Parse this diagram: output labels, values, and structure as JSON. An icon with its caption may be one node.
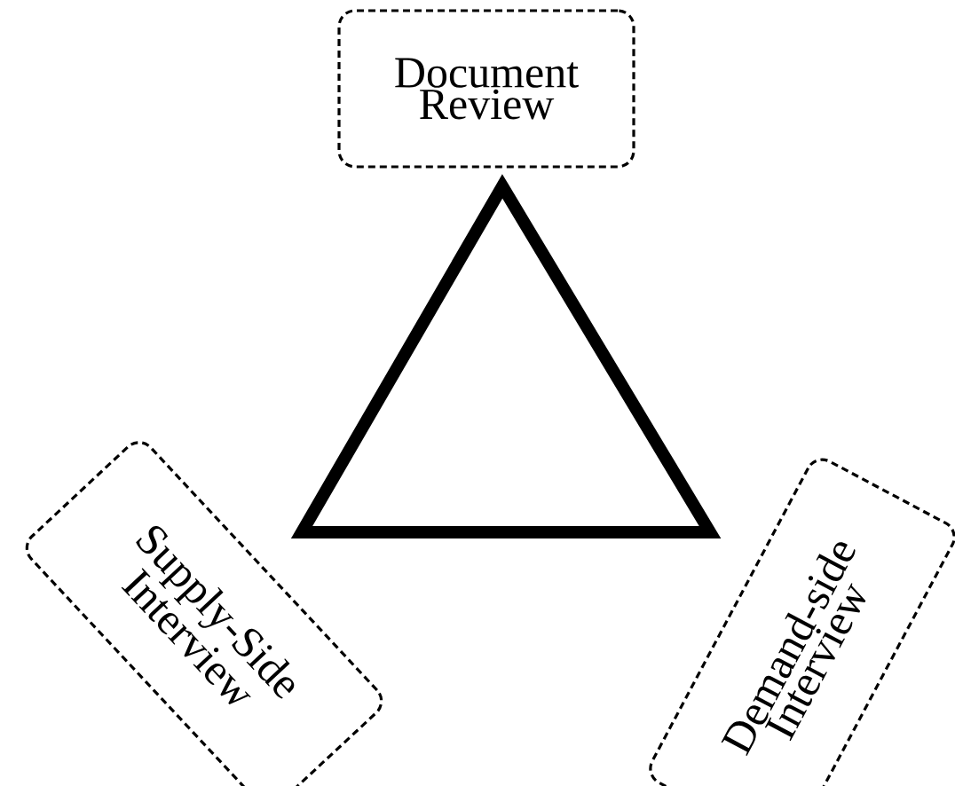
{
  "diagram": {
    "nodes": [
      {
        "text": [
          "Document Review"
        ]
      },
      {
        "text": [],
        "shape": "triangle"
      },
      {
        "text": [
          "Supply-Side Interview"
        ]
      },
      {
        "text": [
          "Demand-side Interview"
        ]
      }
    ]
  }
}
